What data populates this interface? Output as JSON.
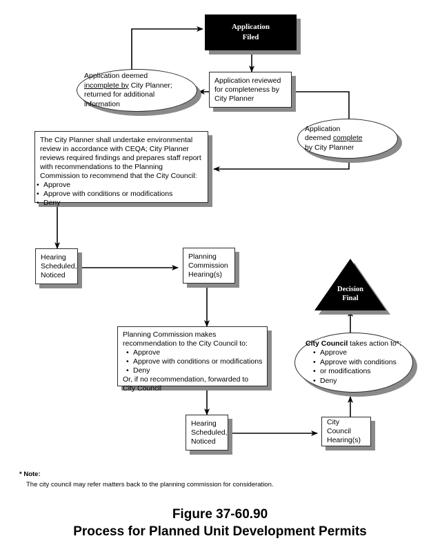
{
  "figure": {
    "number": "Figure 37-60.90",
    "title": "Process for Planned Unit Development Permits"
  },
  "note": {
    "marker": "* Note:",
    "text": "The city council may refer matters back to the planning commission for consideration."
  },
  "colors": {
    "fill": "#ffffff",
    "stroke": "#2b2b2b",
    "shadow": "#8a8a8a",
    "dark_node": "#000000",
    "dark_node_text": "#ffffff"
  },
  "nodes": {
    "application_filed": {
      "shape": "process-dark",
      "line1": "Application",
      "line2": "Filed"
    },
    "application_reviewed": {
      "shape": "process",
      "line1": "Application reviewed",
      "line2": "for completeness by",
      "line3": "City Planner"
    },
    "deemed_incomplete": {
      "shape": "ellipse",
      "pre": "Application deemed",
      "underlined": "incomplete by",
      "post": " City Planner;",
      "line3": "returned for additional",
      "line4": "information"
    },
    "deemed_complete": {
      "shape": "ellipse",
      "line1": "Application",
      "line2_pre": "deemed ",
      "line2_underlined": "complete",
      "line3": "by City Planner"
    },
    "ceqa_review": {
      "shape": "process",
      "para": "The City Planner shall undertake environmental review in accordance with CEQA;  City Planner reviews required findings and prepares staff report with recommendations to the Planning Commission to recommend that the City Council:",
      "bullets": [
        "Approve",
        "Approve with conditions or modifications",
        "Deny"
      ]
    },
    "hearing_scheduled_1": {
      "shape": "process",
      "line1": "Hearing",
      "line2": "Scheduled,",
      "line3": "Noticed"
    },
    "pc_hearings": {
      "shape": "process",
      "line1": "Planning",
      "line2": "Commission",
      "line3": "Hearing(s)"
    },
    "pc_recommendation": {
      "shape": "process",
      "line1": "Planning Commission makes",
      "line2": "recommendation to the City Council to:",
      "bullets": [
        "Approve",
        "Approve with conditions or modifications",
        "Deny"
      ],
      "line3": "Or, if no recommendation, forwarded to",
      "line4": "City Council"
    },
    "hearing_scheduled_2": {
      "shape": "process",
      "line1": "Hearing",
      "line2": "Scheduled,",
      "line3": "Noticed"
    },
    "cc_hearings": {
      "shape": "process",
      "line1": "City Council",
      "line2": "Hearing(s)"
    },
    "city_council_action": {
      "shape": "ellipse",
      "lead_bold": "City Council",
      "lead_rest": " takes action to*:",
      "bullets": [
        "Approve",
        "Approve with conditions",
        "or modifications",
        "Deny"
      ]
    },
    "decision_final": {
      "shape": "triangle",
      "line1": "Decision",
      "line2": "Final"
    }
  }
}
